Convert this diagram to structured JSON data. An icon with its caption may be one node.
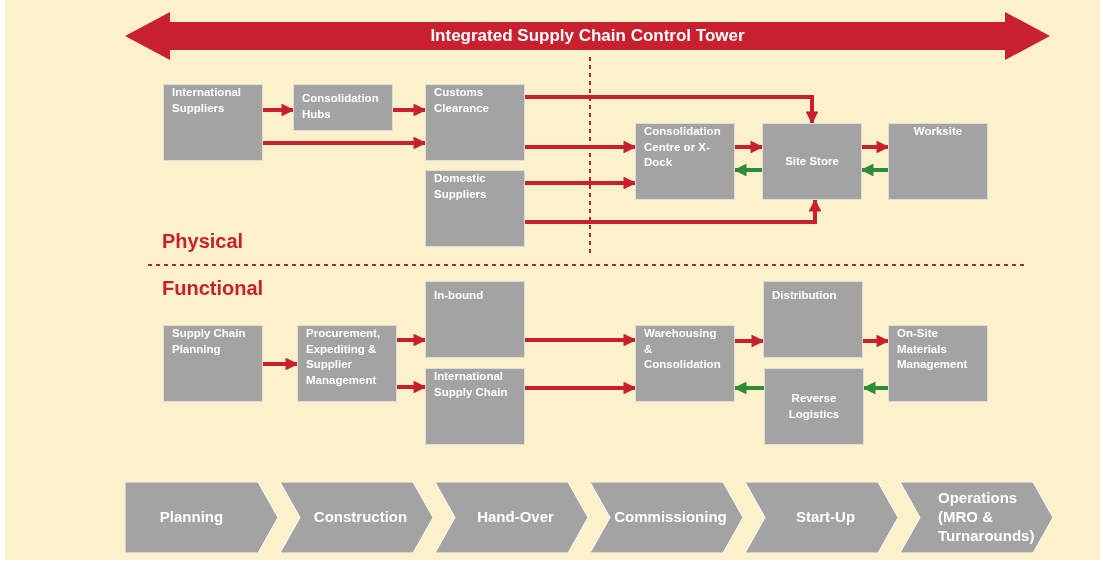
{
  "diagram": {
    "nodes": [
      {
        "text": [
          "Integrated Supply Chain Control Tower"
        ]
      },
      {
        "text": [
          "International Suppliers"
        ]
      },
      {
        "text": [
          "Consolidation Hubs"
        ]
      },
      {
        "text": [
          "Customs Clearance"
        ]
      },
      {
        "text": [
          "Domestic Suppliers"
        ]
      },
      {
        "text": [
          "Consolidation Centre or X-Dock"
        ]
      },
      {
        "text": [
          "Site Store"
        ]
      },
      {
        "text": [
          "Worksite"
        ]
      },
      {
        "text": [
          "Supply Chain Planning"
        ]
      },
      {
        "text": [
          "Procurement, Expediting & Supplier Management"
        ]
      },
      {
        "text": [
          "In-bound"
        ]
      },
      {
        "text": [
          "International Supply Chain"
        ]
      },
      {
        "text": [
          "Warehousing & Consolidation"
        ]
      },
      {
        "text": [
          "Distribution"
        ]
      },
      {
        "text": [
          "Reverse Logistics"
        ]
      },
      {
        "text": [
          "On-Site Materials Management"
        ]
      },
      {
        "text": [
          "Planning"
        ]
      },
      {
        "text": [
          "Construction"
        ]
      },
      {
        "text": [
          "Hand-Over"
        ]
      },
      {
        "text": [
          "Commissioning"
        ]
      },
      {
        "text": [
          "Start-Up"
        ]
      },
      {
        "text": [
          "Operations (MRO & Turnarounds)"
        ]
      }
    ],
    "edges": [
      {
        "from": 1,
        "to": 2,
        "arrow": "to"
      },
      {
        "from": 2,
        "to": 3,
        "arrow": "to"
      },
      {
        "from": 1,
        "to": 3,
        "arrow": "to"
      },
      {
        "from": 3,
        "to": 6,
        "arrow": "to"
      },
      {
        "from": 3,
        "to": 5,
        "arrow": "to"
      },
      {
        "from": 4,
        "to": 5,
        "arrow": "to"
      },
      {
        "from": 4,
        "to": 6,
        "arrow": "to"
      },
      {
        "from": 5,
        "to": 6,
        "arrow": "to"
      },
      {
        "from": 6,
        "to": 5,
        "arrow": "to",
        "color": "#2e8b3a"
      },
      {
        "from": 6,
        "to": 7,
        "arrow": "to"
      },
      {
        "from": 7,
        "to": 6,
        "arrow": "to",
        "color": "#2e8b3a"
      },
      {
        "from": 8,
        "to": 9,
        "arrow": "to"
      },
      {
        "from": 9,
        "to": 10,
        "arrow": "to"
      },
      {
        "from": 9,
        "to": 11,
        "arrow": "to"
      },
      {
        "from": 10,
        "to": 12,
        "arrow": "to"
      },
      {
        "from": 11,
        "to": 12,
        "arrow": "to"
      },
      {
        "from": 12,
        "to": 13,
        "arrow": "to"
      },
      {
        "from": 14,
        "to": 12,
        "arrow": "to",
        "color": "#2e8b3a"
      },
      {
        "from": 13,
        "to": 15,
        "arrow": "to"
      },
      {
        "from": 15,
        "to": 14,
        "arrow": "to",
        "color": "#2e8b3a"
      }
    ],
    "labels": [
      "Physical",
      "Functional"
    ]
  }
}
